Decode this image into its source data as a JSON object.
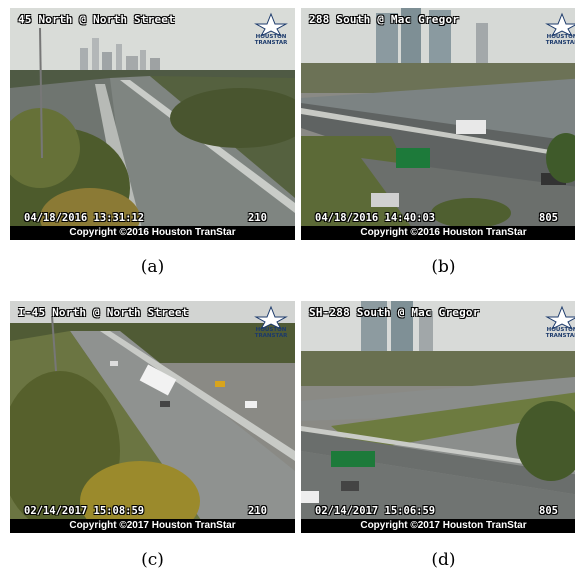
{
  "panels": [
    {
      "id": "a",
      "title": "45 North @ North Street",
      "timestamp": "04/18/2016 13:31:12",
      "camera_id": "210",
      "copyright": "Copyright ©2016 Houston TranStar",
      "caption": "(a)"
    },
    {
      "id": "b",
      "title": "288 South @ Mac Gregor",
      "timestamp": "04/18/2016 14:40:03",
      "camera_id": "805",
      "copyright": "Copyright ©2016 Houston TranStar",
      "caption": "(b)"
    },
    {
      "id": "c",
      "title": "I-45 North @ North Street",
      "timestamp": "02/14/2017 15:08:59",
      "camera_id": "210",
      "copyright": "Copyright ©2017 Houston TranStar",
      "caption": "(c)"
    },
    {
      "id": "d",
      "title": "SH-288 South @ Mac Gregor",
      "timestamp": "02/14/2017 15:06:59",
      "camera_id": "805",
      "copyright": "Copyright ©2017 Houston TranStar",
      "caption": "(d)"
    }
  ],
  "logo": {
    "text": "HOUSTON\nTRANSTAR",
    "icon": "transtar-star-logo"
  }
}
